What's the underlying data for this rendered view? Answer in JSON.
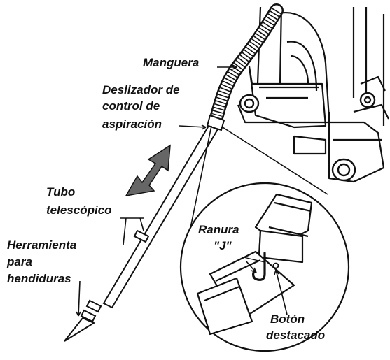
{
  "labels": {
    "hose": "Manguera",
    "suction_slider_line1": "Deslizador de",
    "suction_slider_line2": "control de",
    "suction_slider_line3": "aspiración",
    "wand_line1": "Tubo",
    "wand_line2": "telescópico",
    "crevice_line1": "Herramienta",
    "crevice_line2": "para",
    "crevice_line3": "hendiduras",
    "slot_line1": "Ranura",
    "slot_line2": "\"J\"",
    "button_line1": "Botón",
    "button_line2": "destacado"
  },
  "icons": {
    "double_arrow": "double-arrow-icon"
  },
  "colors": {
    "ink": "#111111",
    "arrow_fill": "#666666",
    "background": "#ffffff"
  }
}
